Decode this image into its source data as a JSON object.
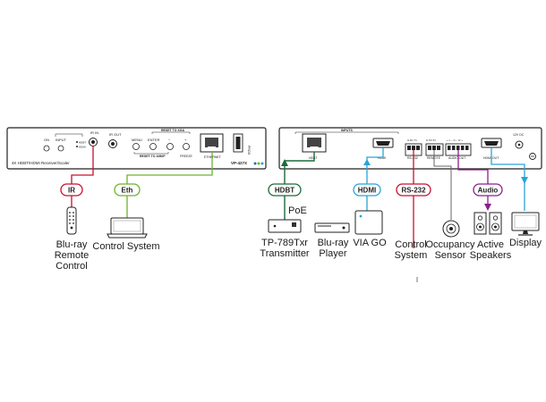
{
  "front_panel": {
    "description": "4K HDBT/HDMI Receiver/Scaler",
    "model": "VP-427X",
    "on": "ON",
    "input": "INPUT",
    "hdbt": "HDBT",
    "hdmi": "HDMI",
    "ir_in": "IR IN",
    "ir_out": "IR OUT",
    "menu": "MENU",
    "enter": "ENTER",
    "minus": "−",
    "plus": "+",
    "freeze": "FREEZE",
    "reset_vga": "RESET TO XGA",
    "reset_1080p": "RESET TO 1080P",
    "ethernet": "ETHERNET",
    "prog": "PROG"
  },
  "rear_panel": {
    "inputs": "INPUTS",
    "hdbt": "HDBT",
    "hdmi": "HDMI",
    "rs232": "RS-232",
    "remote": "REMOTE",
    "audio_out": "AUDIO OUT",
    "hdmi_out": "HDMI OUT",
    "power": "12V DC",
    "rs232_pins": "G Rx Tx",
    "remote_pins": "G 5V IN",
    "audio_pins": "+ L − G − R +"
  },
  "connections": [
    {
      "id": "ir",
      "label": "IR",
      "color": "#c8102e"
    },
    {
      "id": "eth",
      "label": "Eth",
      "color": "#6ab42d"
    },
    {
      "id": "hdbt",
      "label": "HDBT",
      "color": "#1b6b3a"
    },
    {
      "id": "hdmi",
      "label": "HDMI",
      "color": "#29a3d8"
    },
    {
      "id": "rs232",
      "label": "RS-232",
      "color": "#c8102e"
    },
    {
      "id": "audio",
      "label": "Audio",
      "color": "#8a1f8c"
    }
  ],
  "poe_label": "PoE",
  "devices": {
    "blu_ray_remote": [
      "Blu-ray",
      "Remote",
      "Control"
    ],
    "control_system_pc": [
      "Control System"
    ],
    "transmitter": [
      "TP-789Txr",
      "Transmitter"
    ],
    "blu_ray_player": [
      "Blu-ray",
      "Player"
    ],
    "via_go": [
      "VIA GO"
    ],
    "control_system_rs": [
      "Control",
      "System"
    ],
    "occupancy_sensor": [
      "Occupancy",
      "Sensor"
    ],
    "active_speakers": [
      "Active",
      "Speakers"
    ],
    "display": [
      "Display"
    ]
  },
  "colors": {
    "panel": "#ffffff",
    "panel_stroke": "#222222",
    "pill_fill": "#ffffff"
  }
}
